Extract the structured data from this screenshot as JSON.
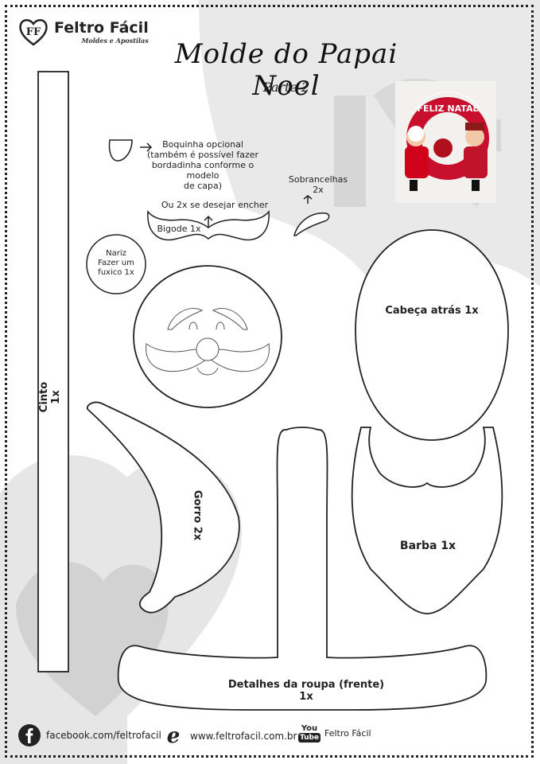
{
  "brand": {
    "name": "Feltro Fácil",
    "tagline": "Moldes e Apostilas",
    "logo_letters": "FF"
  },
  "title": "Molde do Papai Noel",
  "subtitle": "Parte 2",
  "pieces": {
    "boquinha": "Boquinha opcional\n(também é possível fazer\nbordadinha conforme o modelo\nde capa)",
    "sobrancelhas": "Sobrancelhas\n2x",
    "bigode_note": "Ou 2x se desejar encher",
    "bigode": "Bigode 1x",
    "nariz": "Nariz\nFazer um\nfuxico 1x",
    "cabeca": "Cabeça atrás 1x",
    "cinto": "Cinto 1x",
    "gorro": "Gorro 2x",
    "barba": "Barba 1x",
    "detalhes": "Detalhes da roupa (frente)\n1x"
  },
  "footer": {
    "facebook": "facebook.com/feltrofacil",
    "website": "www.feltrofacil.com.br",
    "youtube_top": "You",
    "youtube_bottom": "Tube",
    "youtube": "Feltro Fácil"
  },
  "photo": {
    "banner_text": "FELIZ NATAL"
  }
}
